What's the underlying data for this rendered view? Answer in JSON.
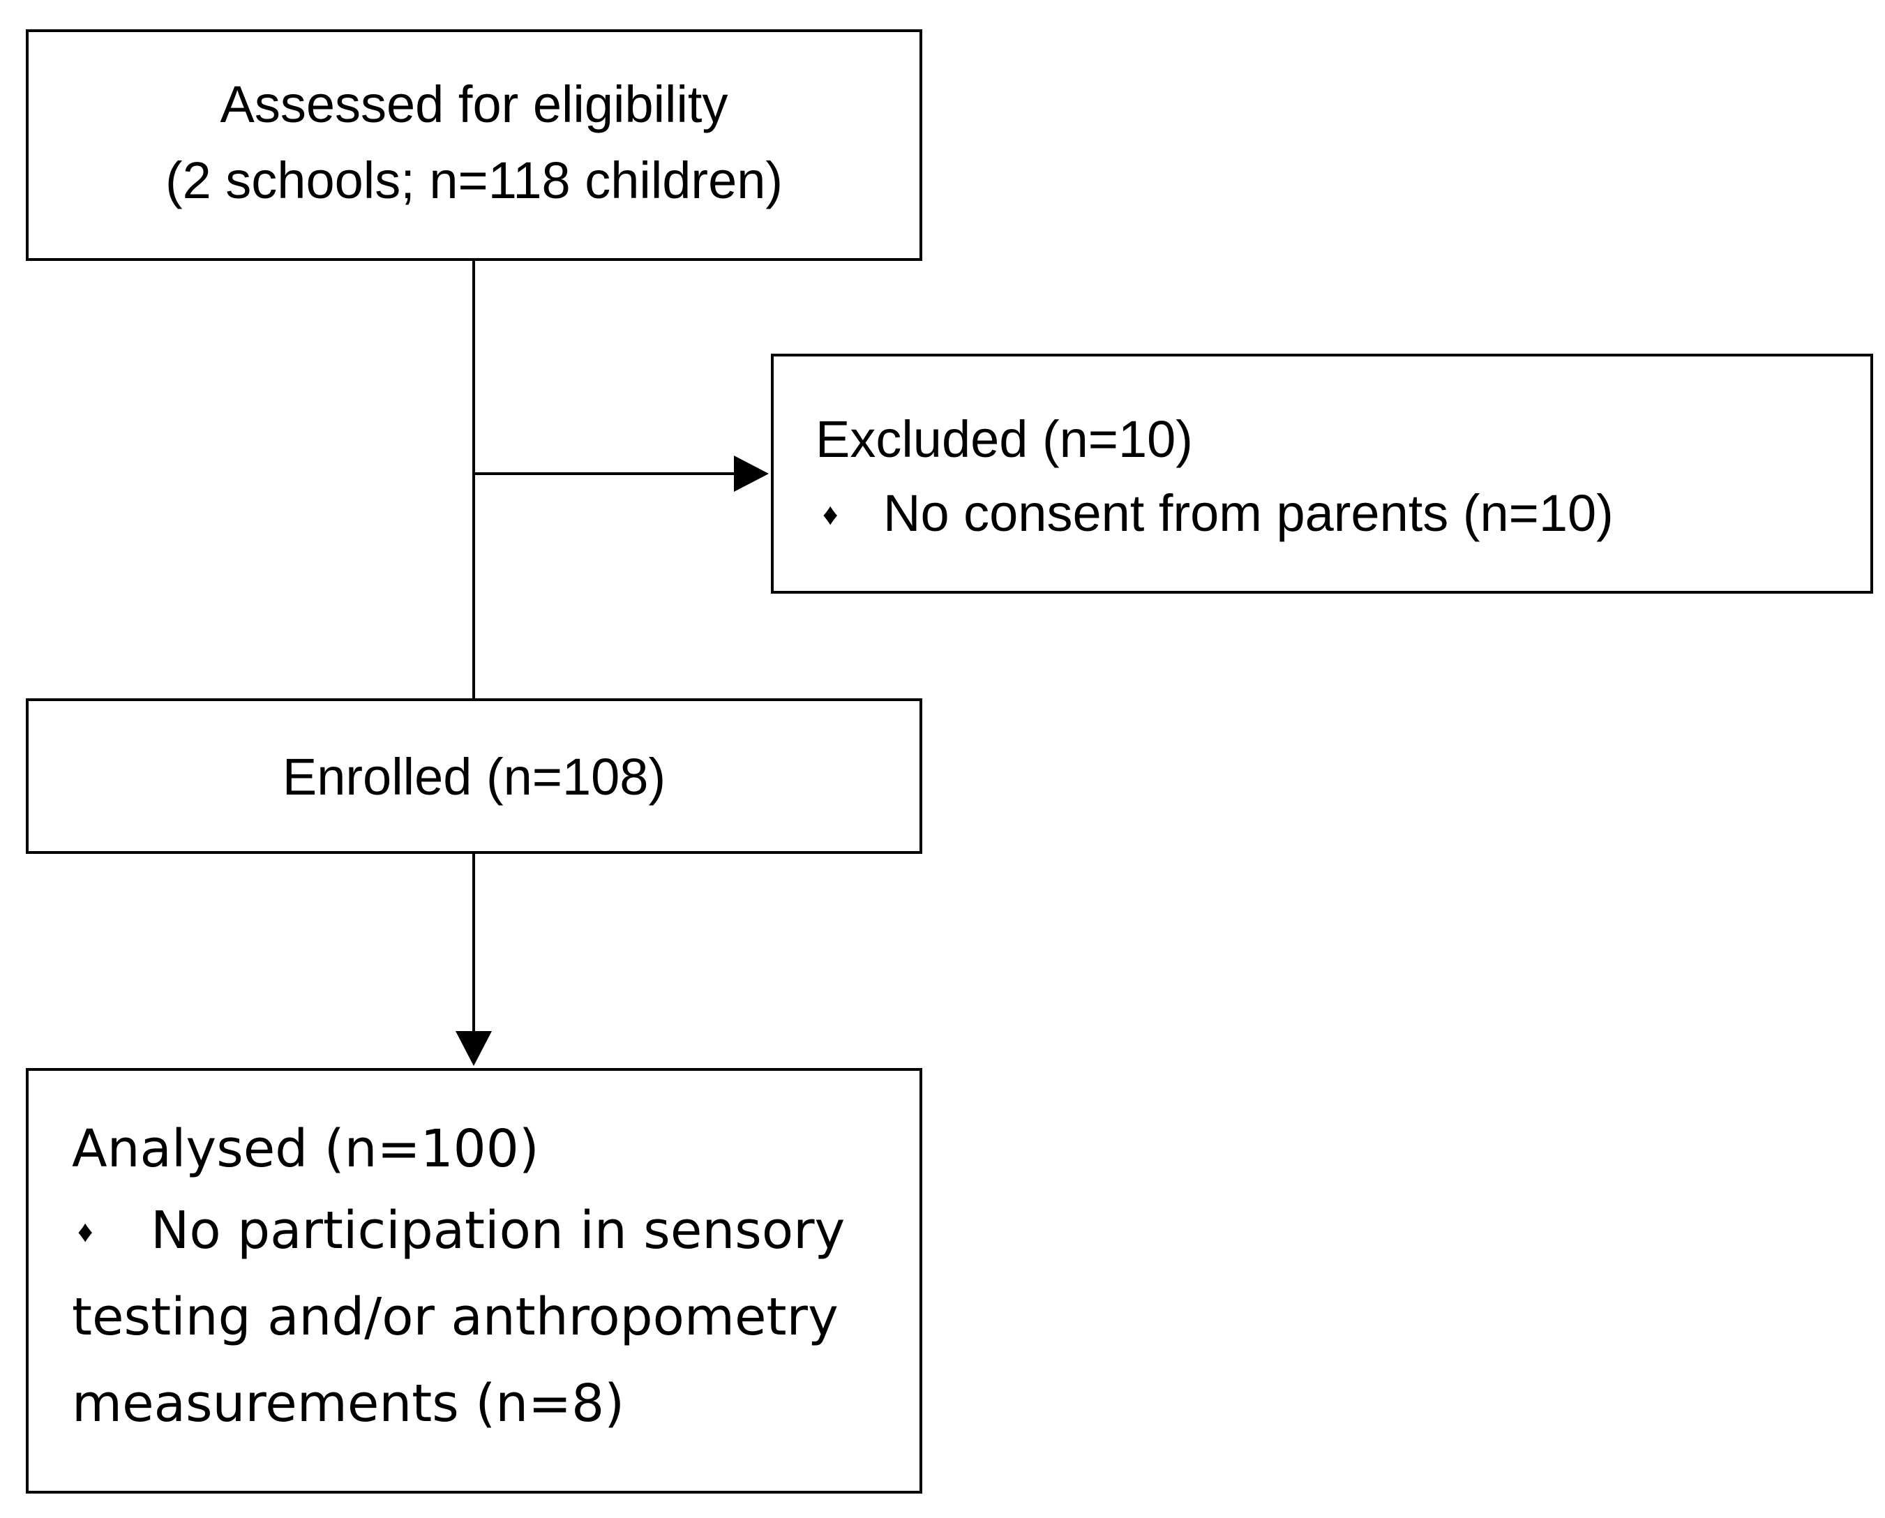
{
  "flowchart": {
    "assessed": {
      "line1": "Assessed for eligibility",
      "line2": "(2 schools; n=118 children)"
    },
    "excluded": {
      "title": "Excluded (n=10)",
      "bullet": "♦",
      "reason": "No consent from parents (n=10)"
    },
    "enrolled": {
      "label": "Enrolled (n=108)"
    },
    "analysed": {
      "title": "Analysed (n=100)",
      "bullet": "♦",
      "reason_line1": "No participation in sensory",
      "reason_line2": "testing and/or anthropometry",
      "reason_line3": "measurements (n=8)"
    }
  }
}
